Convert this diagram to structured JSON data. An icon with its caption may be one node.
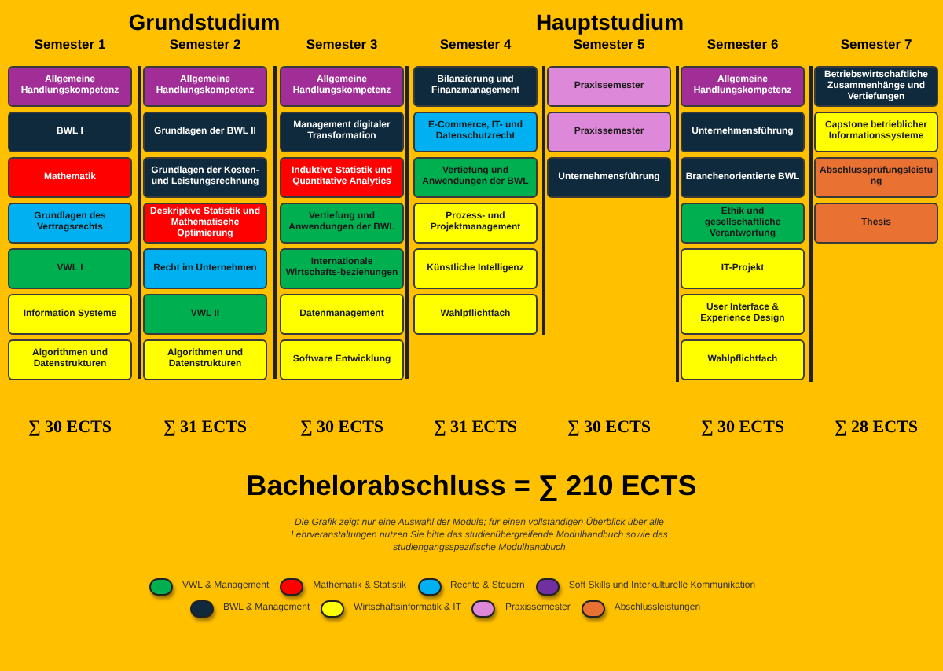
{
  "diagram": {
    "caption": "Die Grafik zeigt nur eine Auswahl der Module; für einen vollständigen Überblick über alle Lehrveranstaltungen nutzen Sie bitte das studienübergreifende Modulhandbuch sowie das studiengangsspezifische Modulhandbuch",
    "nodes": [
      {
        "text": [
          "Semester 1"
        ],
        "beside": [
          "∑ 30 ECTS"
        ]
      },
      {
        "text": [
          "Allgemeine Handlungskompetenz"
        ],
        "in": 0
      },
      {
        "text": [
          "BWL I"
        ],
        "in": 0
      },
      {
        "text": [
          "Mathematik"
        ],
        "in": 0
      },
      {
        "text": [
          "Grundlagen des Vertragsrechts"
        ],
        "in": 0
      },
      {
        "text": [
          "VWL I"
        ],
        "in": 0
      },
      {
        "text": [
          "Information Systems"
        ],
        "in": 0
      },
      {
        "text": [
          "Algorithmen und Datenstrukturen"
        ],
        "in": 0
      },
      {
        "text": [
          "Semester 2"
        ],
        "beside": [
          "∑ 31 ECTS"
        ]
      },
      {
        "text": [
          "Allgemeine Handlungskompetenz"
        ],
        "in": 8
      },
      {
        "text": [
          "Grundlagen der BWL II"
        ],
        "in": 8
      },
      {
        "text": [
          "Grundlagen der Kosten- und Leistungsrechnung"
        ],
        "in": 8
      },
      {
        "text": [
          "Deskriptive Statistik und Mathematische Optimierung"
        ],
        "in": 8
      },
      {
        "text": [
          "Recht im Unternehmen"
        ],
        "in": 8
      },
      {
        "text": [
          "VWL II"
        ],
        "in": 8
      },
      {
        "text": [
          "Algorithmen und Datenstrukturen"
        ],
        "in": 8
      },
      {
        "text": [
          "Semester 3"
        ],
        "beside": [
          "∑ 30 ECTS"
        ]
      },
      {
        "text": [
          "Allgemeine Handlungskompetenz"
        ],
        "in": 16
      },
      {
        "text": [
          "Management digitaler Transformation"
        ],
        "in": 16
      },
      {
        "text": [
          "Induktive Statistik und Quantitative Analytics"
        ],
        "in": 16
      },
      {
        "text": [
          "Vertiefung und Anwendungen der BWL"
        ],
        "in": 16
      },
      {
        "text": [
          "Internationale Wirtschafts-beziehungen"
        ],
        "in": 16
      },
      {
        "text": [
          "Datenmanagement"
        ],
        "in": 16
      },
      {
        "text": [
          "Software Entwicklung"
        ],
        "in": 16
      },
      {
        "text": [
          "Semester 4"
        ],
        "beside": [
          "∑ 31 ECTS"
        ]
      },
      {
        "text": [
          "Bilanzierung und Finanzmanagement"
        ],
        "in": 24
      },
      {
        "text": [
          "E-Commerce, IT- und Datenschutzrecht"
        ],
        "in": 24
      },
      {
        "text": [
          "Vertiefung und Anwendungen der BWL"
        ],
        "in": 24
      },
      {
        "text": [
          "Prozess- und Projektmanagement"
        ],
        "in": 24
      },
      {
        "text": [
          "Künstliche Intelligenz"
        ],
        "in": 24
      },
      {
        "text": [
          "Wahlpflichtfach"
        ],
        "in": 24
      },
      {
        "text": [
          "Semester 5"
        ],
        "beside": [
          "∑ 30 ECTS"
        ]
      },
      {
        "text": [
          "Praxissemester"
        ],
        "in": 31
      },
      {
        "text": [
          "Praxissemester"
        ],
        "in": 31
      },
      {
        "text": [
          "Unternehmensführung"
        ],
        "in": 31
      },
      {
        "text": [
          "Semester 6"
        ],
        "beside": [
          "∑ 30 ECTS"
        ]
      },
      {
        "text": [
          "Allgemeine Handlungskompetenz"
        ],
        "in": 35
      },
      {
        "text": [
          "Unternehmensführung"
        ],
        "in": 35
      },
      {
        "text": [
          "Branchenorientierte BWL"
        ],
        "in": 35
      },
      {
        "text": [
          "Ethik und gesellschaftliche Verantwortung"
        ],
        "in": 35
      },
      {
        "text": [
          "IT-Projekt"
        ],
        "in": 35
      },
      {
        "text": [
          "User Interface & Experience Design"
        ],
        "in": 35
      },
      {
        "text": [
          "Wahlpflichtfach"
        ],
        "in": 35
      },
      {
        "text": [
          "Semester 7"
        ],
        "beside": [
          "∑ 28 ECTS"
        ]
      },
      {
        "text": [
          "Betriebswirtschaftliche Zusammenhänge und Vertiefungen"
        ],
        "in": 43
      },
      {
        "text": [
          "Capstone betrieblicher Informationssysteme"
        ],
        "in": 43
      },
      {
        "text": [
          "Abschlussprüfungsleistung"
        ],
        "in": 43
      },
      {
        "text": [
          "Thesis"
        ],
        "in": 43
      }
    ],
    "labels": [
      "Grundstudium",
      "Hauptstudium",
      "Bachelorabschluss = ∑ 210 ECTS"
    ],
    "legend": [
      {
        "text": "VWL & Management",
        "color": "#00b050"
      },
      {
        "text": "Mathematik & Statistik",
        "color": "#ff0000"
      },
      {
        "text": "Rechte & Steuern",
        "color": "#00b0f0"
      },
      {
        "text": "Soft Skills und Interkulturelle Kommunikation",
        "color": "#7030a0"
      },
      {
        "text": "BWL & Management",
        "color": "#0e2a3c"
      },
      {
        "text": "Wirtschaftsinformatik & IT",
        "color": "#ffff00"
      },
      {
        "text": "Praxissemester",
        "color": "#dd88d8"
      },
      {
        "text": "Abschlussleistungen",
        "color": "#e97132"
      }
    ]
  }
}
